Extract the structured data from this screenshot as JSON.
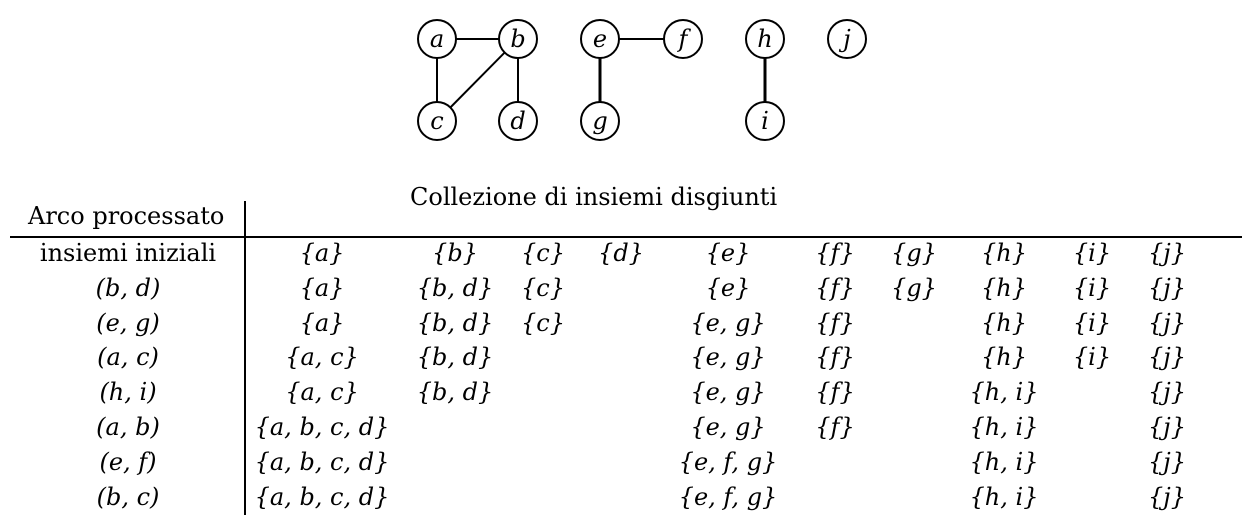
{
  "graph": {
    "nodes": [
      "a",
      "b",
      "c",
      "d",
      "e",
      "f",
      "g",
      "h",
      "i",
      "j"
    ],
    "edges": [
      [
        "a",
        "b"
      ],
      [
        "a",
        "c"
      ],
      [
        "b",
        "c"
      ],
      [
        "b",
        "d"
      ],
      [
        "e",
        "f"
      ],
      [
        "e",
        "g"
      ],
      [
        "h",
        "i"
      ]
    ]
  },
  "table": {
    "title": "Collezione di insiemi disgiunti",
    "header": "Arco processato",
    "rows": [
      {
        "label": "insiemi iniziali",
        "cells": [
          "{a}",
          "{b}",
          "{c}",
          "{d}",
          "{e}",
          "{f}",
          "{g}",
          "{h}",
          "{i}",
          "{j}"
        ]
      },
      {
        "label": "(b, d)",
        "cells": [
          "{a}",
          "{b, d}",
          "{c}",
          "",
          "{e}",
          "{f}",
          "{g}",
          "{h}",
          "{i}",
          "{j}"
        ]
      },
      {
        "label": "(e, g)",
        "cells": [
          "{a}",
          "{b, d}",
          "{c}",
          "",
          "{e, g}",
          "{f}",
          "",
          "{h}",
          "{i}",
          "{j}"
        ]
      },
      {
        "label": "(a, c)",
        "cells": [
          "{a, c}",
          "{b, d}",
          "",
          "",
          "{e, g}",
          "{f}",
          "",
          "{h}",
          "{i}",
          "{j}"
        ]
      },
      {
        "label": "(h, i)",
        "cells": [
          "{a, c}",
          "{b, d}",
          "",
          "",
          "{e, g}",
          "{f}",
          "",
          "{h, i}",
          "",
          "{j}"
        ]
      },
      {
        "label": "(a, b)",
        "cells": [
          "{a, b, c, d}",
          "",
          "",
          "",
          "{e, g}",
          "{f}",
          "",
          "{h, i}",
          "",
          "{j}"
        ]
      },
      {
        "label": "(e, f)",
        "cells": [
          "{a, b, c, d}",
          "",
          "",
          "",
          "{e, f, g}",
          "",
          "",
          "{h, i}",
          "",
          "{j}"
        ]
      },
      {
        "label": "(b, c)",
        "cells": [
          "{a, b, c, d}",
          "",
          "",
          "",
          "{e, f, g}",
          "",
          "",
          "{h, i}",
          "",
          "{j}"
        ]
      }
    ]
  }
}
